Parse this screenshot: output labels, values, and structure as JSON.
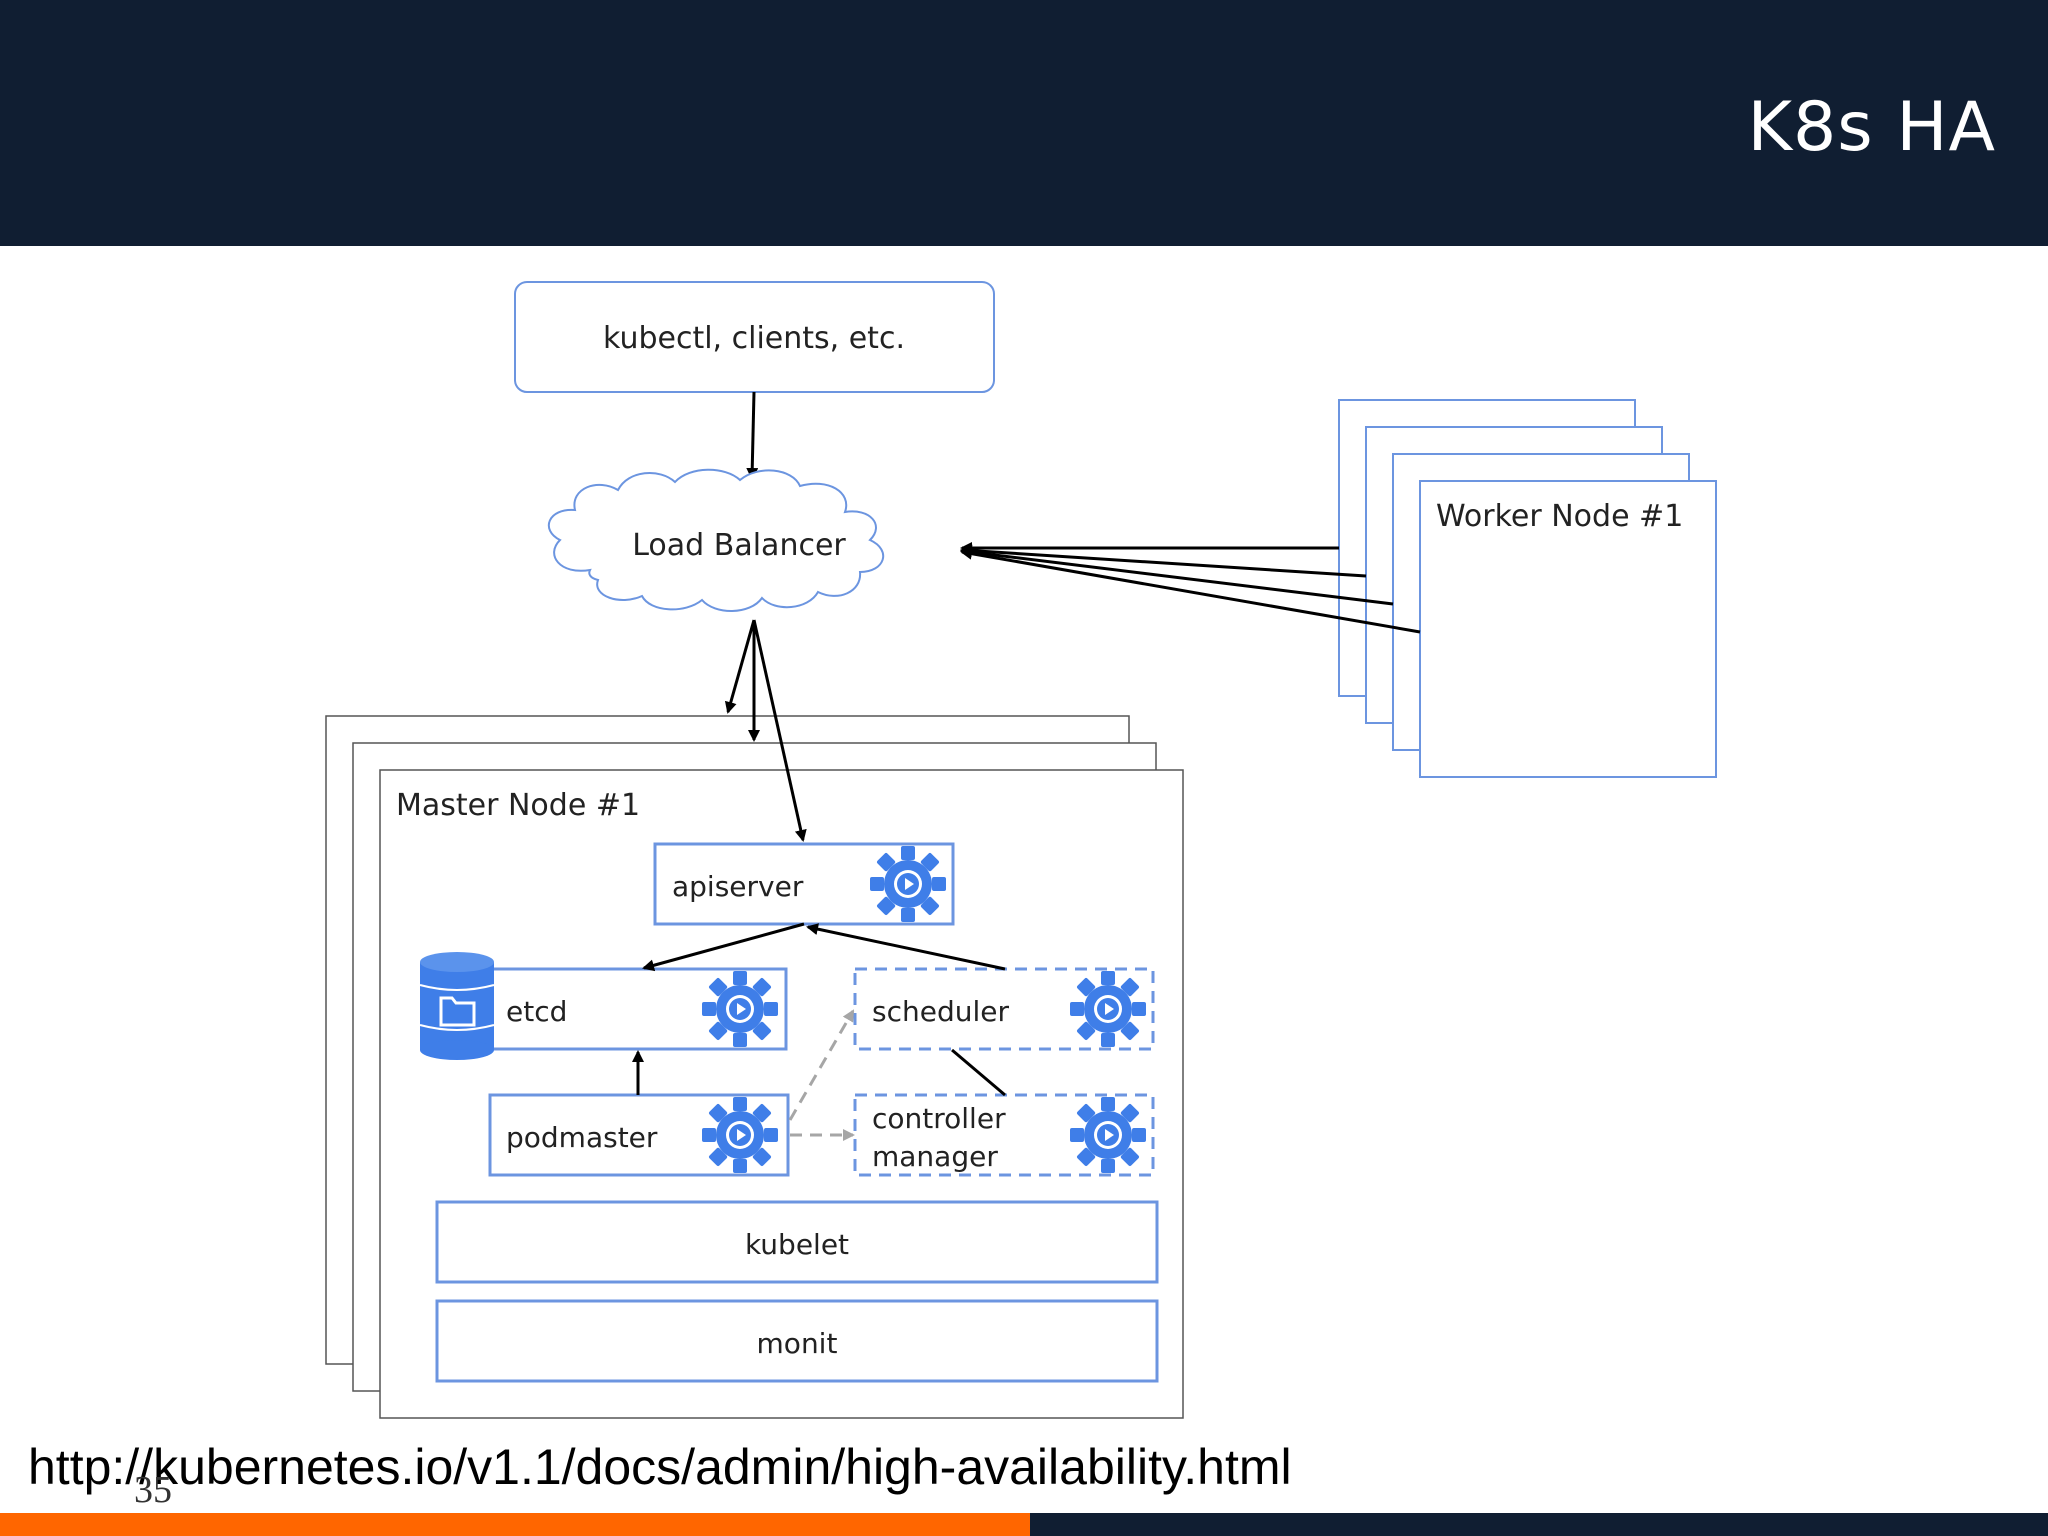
{
  "slide": {
    "title": "K8s HA",
    "source_url": "http://kubernetes.io/v1.1/docs/admin/high-availability.html",
    "page_number": "35"
  },
  "colors": {
    "header_bg": "#101e32",
    "accent_orange": "#ff6600",
    "box_blue": "#6c95e0",
    "gear_blue": "#3f7ee8",
    "arrow": "#000000",
    "dashed_arrow": "#a6a6a6"
  },
  "diagram": {
    "clients_label": "kubectl, clients, etc.",
    "load_balancer_label": "Load Balancer",
    "worker_node_label": "Worker Node #1",
    "master_node_label": "Master Node #1",
    "components": {
      "apiserver": "apiserver",
      "etcd": "etcd",
      "scheduler": "scheduler",
      "podmaster": "podmaster",
      "controller_manager_line1": "controller",
      "controller_manager_line2": "manager",
      "kubelet": "kubelet",
      "monit": "monit"
    },
    "icons": [
      "gear-play-icon",
      "database-folder-icon",
      "cloud-icon"
    ]
  }
}
